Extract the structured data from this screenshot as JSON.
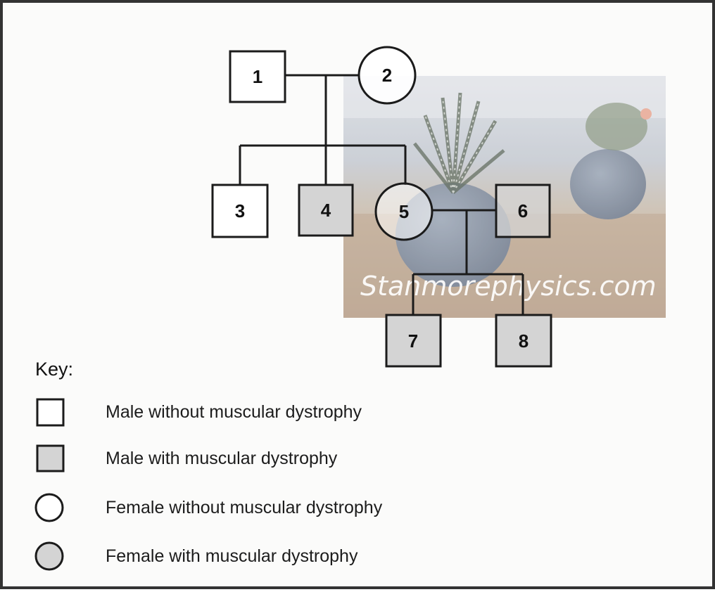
{
  "colors": {
    "unaffected_fill": "#ffffff",
    "affected_fill": "#d4d4d4",
    "outline": "#1b1b1b"
  },
  "pedigree": {
    "individuals": [
      {
        "id": "1",
        "sex": "male",
        "affected": false
      },
      {
        "id": "2",
        "sex": "female",
        "affected": false
      },
      {
        "id": "3",
        "sex": "male",
        "affected": false
      },
      {
        "id": "4",
        "sex": "male",
        "affected": true
      },
      {
        "id": "5",
        "sex": "female",
        "affected": false
      },
      {
        "id": "6",
        "sex": "male",
        "affected": true
      },
      {
        "id": "7",
        "sex": "male",
        "affected": true
      },
      {
        "id": "8",
        "sex": "male",
        "affected": true
      }
    ],
    "matings": [
      {
        "partners": [
          "1",
          "2"
        ],
        "children": [
          "3",
          "4",
          "5"
        ]
      },
      {
        "partners": [
          "5",
          "6"
        ],
        "children": [
          "7",
          "8"
        ]
      }
    ]
  },
  "key": {
    "title": "Key:",
    "items": [
      {
        "symbol": "square",
        "affected": false,
        "label": "Male without muscular dystrophy"
      },
      {
        "symbol": "square",
        "affected": true,
        "label": "Male with muscular dystrophy"
      },
      {
        "symbol": "circle",
        "affected": false,
        "label": "Female without muscular dystrophy"
      },
      {
        "symbol": "circle",
        "affected": true,
        "label": "Female with muscular dystrophy"
      }
    ]
  },
  "watermark": {
    "text": "Stanmorephysics.com"
  }
}
